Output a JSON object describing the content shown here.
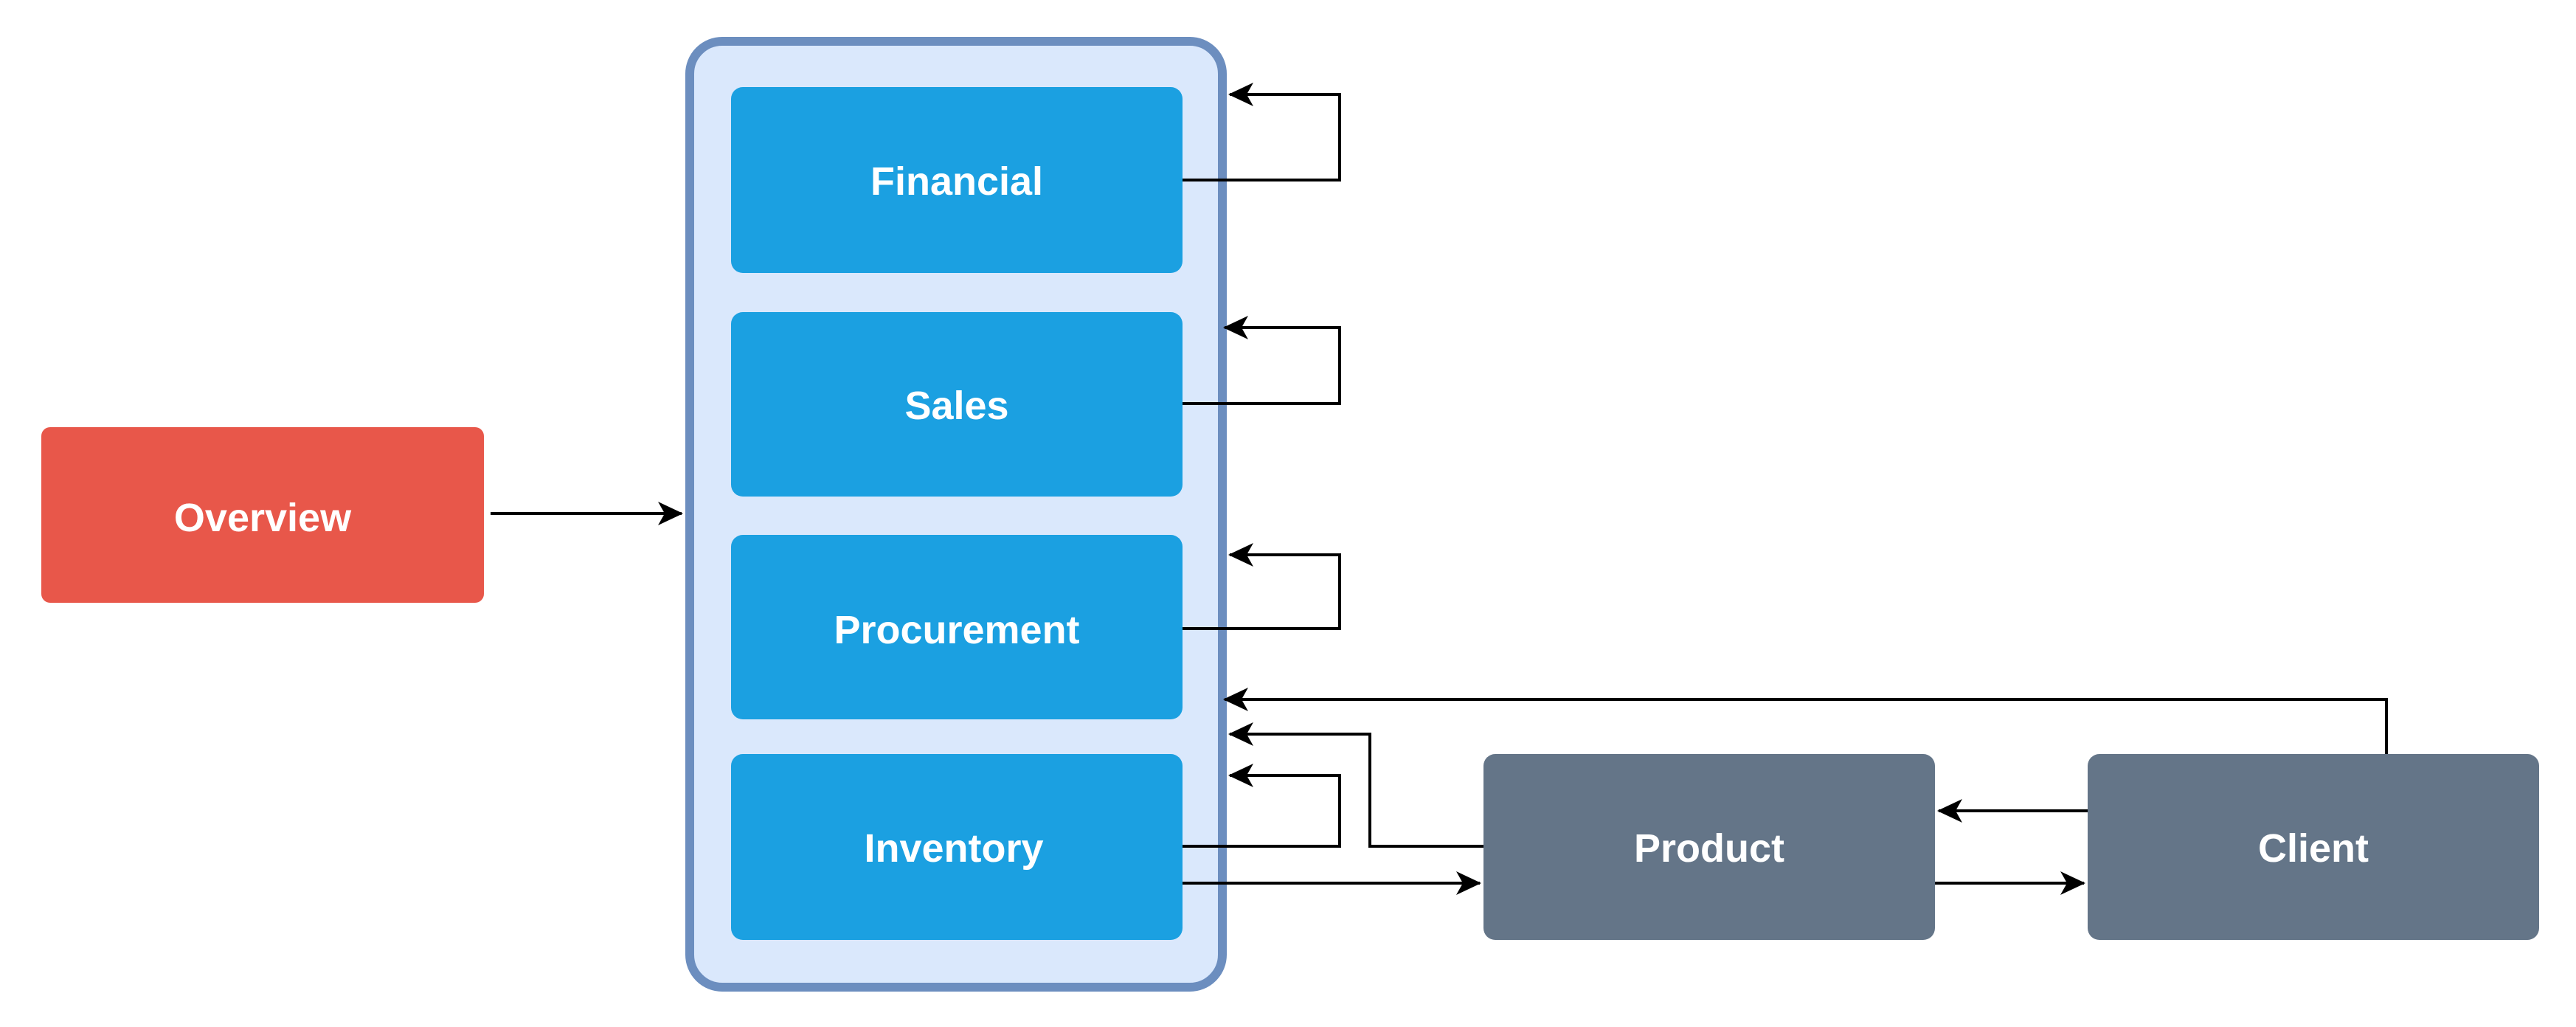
{
  "colors": {
    "overview": "#E8574A",
    "module": "#1BA0E1",
    "entity": "#647588",
    "container_fill": "#DAE8FC",
    "container_stroke": "#6C8EBF",
    "edge": "#000000"
  },
  "nodes": {
    "overview": "Overview",
    "financial": "Financial",
    "sales": "Sales",
    "procurement": "Procurement",
    "inventory": "Inventory",
    "product": "Product",
    "client": "Client"
  }
}
